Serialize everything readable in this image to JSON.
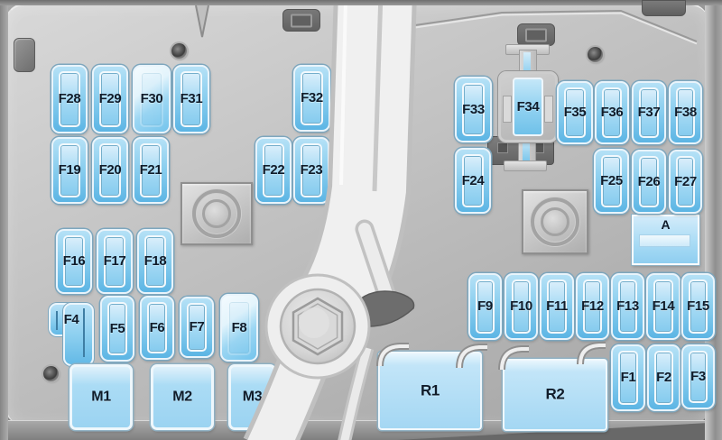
{
  "labels": {
    "fuses": {
      "F1": "F1",
      "F2": "F2",
      "F3": "F3",
      "F4": "F4",
      "F5": "F5",
      "F6": "F6",
      "F7": "F7",
      "F8": "F8",
      "F9": "F9",
      "F10": "F10",
      "F11": "F11",
      "F12": "F12",
      "F13": "F13",
      "F14": "F14",
      "F15": "F15",
      "F16": "F16",
      "F17": "F17",
      "F18": "F18",
      "F19": "F19",
      "F20": "F20",
      "F21": "F21",
      "F22": "F22",
      "F23": "F23",
      "F24": "F24",
      "F25": "F25",
      "F26": "F26",
      "F27": "F27",
      "F28": "F28",
      "F29": "F29",
      "F30": "F30",
      "F31": "F31",
      "F32": "F32",
      "F33": "F33",
      "F34": "F34",
      "F35": "F35",
      "F36": "F36",
      "F37": "F37",
      "F38": "F38"
    },
    "modules": {
      "M1": "M1",
      "M2": "M2",
      "M3": "M3"
    },
    "relays": {
      "R1": "R1",
      "R2": "R2"
    },
    "components": {
      "A": "A"
    }
  },
  "colors": {
    "fuse_top": "#b5e1f6",
    "fuse_mid": "#8ccfef",
    "fuse_bot": "#5cb5e4",
    "fuse_border": "#e9f4fb",
    "slot_top": "#dbeffb",
    "slot_mid": "#aadcf5",
    "slot_bot": "#85cbee",
    "label_ink": "#101c2a",
    "connector_dark": "#787878"
  }
}
